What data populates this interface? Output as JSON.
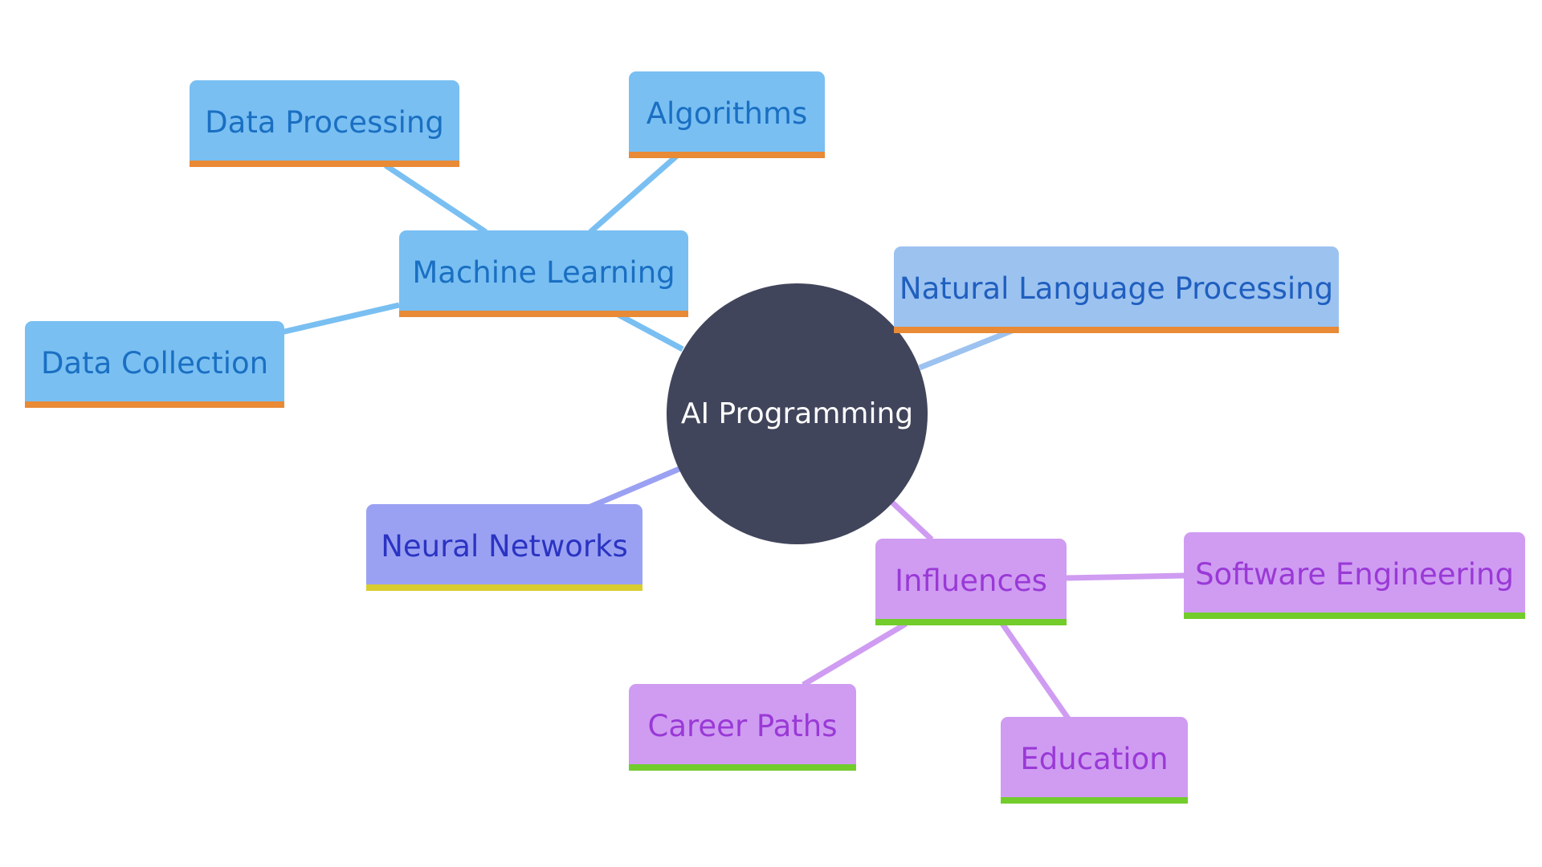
{
  "diagram": {
    "root": {
      "label": "AI Programming"
    },
    "colors": {
      "root_fill": "#41455b",
      "root_text": "#ffffff",
      "ml_fill": "#79bff2",
      "ml_text": "#1a6fc2",
      "ml_edge": "#79bff2",
      "ml_accent": "#e88a36",
      "nlp_fill": "#9cc2f0",
      "nlp_text": "#1f5fbf",
      "nlp_edge": "#9cc2f0",
      "nn_fill": "#9ba1f2",
      "nn_text": "#2a33c2",
      "nn_edge": "#9ba1f2",
      "nn_accent": "#d9cc2e",
      "inf_fill": "#cf9cf2",
      "inf_text": "#9a39d6",
      "inf_edge": "#cf9cf2",
      "inf_accent": "#72cc2c"
    },
    "nodes": {
      "machine_learning": "Machine Learning",
      "data_processing": "Data Processing",
      "algorithms": "Algorithms",
      "data_collection": "Data Collection",
      "nlp": "Natural Language Processing",
      "neural_networks": "Neural Networks",
      "influences": "Influences",
      "software_engineering": "Software Engineering",
      "career_paths": "Career Paths",
      "education": "Education"
    }
  }
}
